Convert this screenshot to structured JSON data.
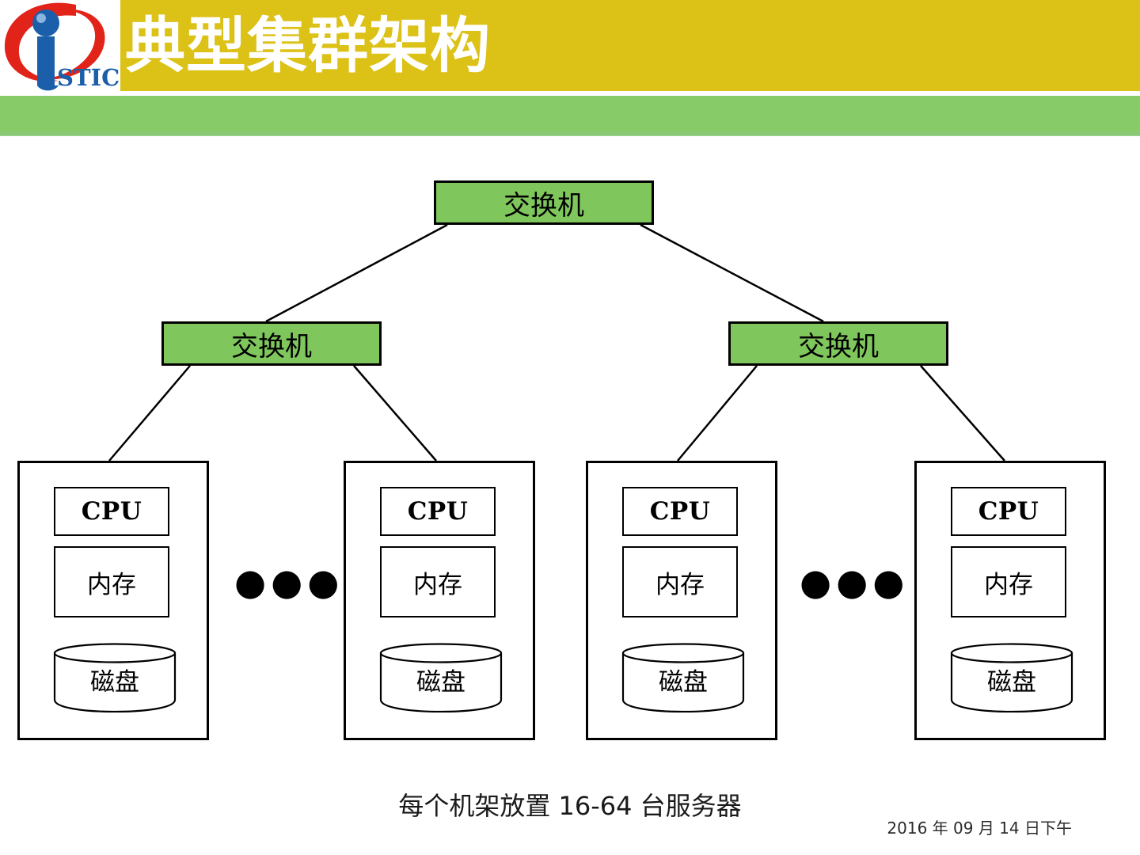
{
  "slide": {
    "title": "典型集群架构",
    "background": "#FFFFFF"
  },
  "header": {
    "gold_band_color": "#DCC117",
    "green_band_color": "#86CB68",
    "title_color": "#FFFFFF"
  },
  "logo": {
    "name": "istic-logo",
    "wordmark": "STIC",
    "letter": "i",
    "swoosh_color": "#E2231A",
    "letter_color": "#1B5FAA",
    "wordmark_color": "#1B5FAA"
  },
  "diagram": {
    "type": "tree",
    "switch_fill": "#7FC75C",
    "stroke": "#000000",
    "core_switch": {
      "label": "交换机"
    },
    "aggregation_switches": [
      {
        "label": "交换机"
      },
      {
        "label": "交换机"
      }
    ],
    "racks": [
      {
        "cpu": "CPU",
        "memory": "内存",
        "disk": "磁盘"
      },
      {
        "cpu": "CPU",
        "memory": "内存",
        "disk": "磁盘"
      },
      {
        "cpu": "CPU",
        "memory": "内存",
        "disk": "磁盘"
      },
      {
        "cpu": "CPU",
        "memory": "内存",
        "disk": "磁盘"
      }
    ],
    "ellipsis": [
      {
        "label": "●●●"
      },
      {
        "label": "●●●"
      }
    ]
  },
  "footer": {
    "caption": "每个机架放置 16-64 台服务器",
    "date": "2016 年 09 月 14 日下午"
  }
}
